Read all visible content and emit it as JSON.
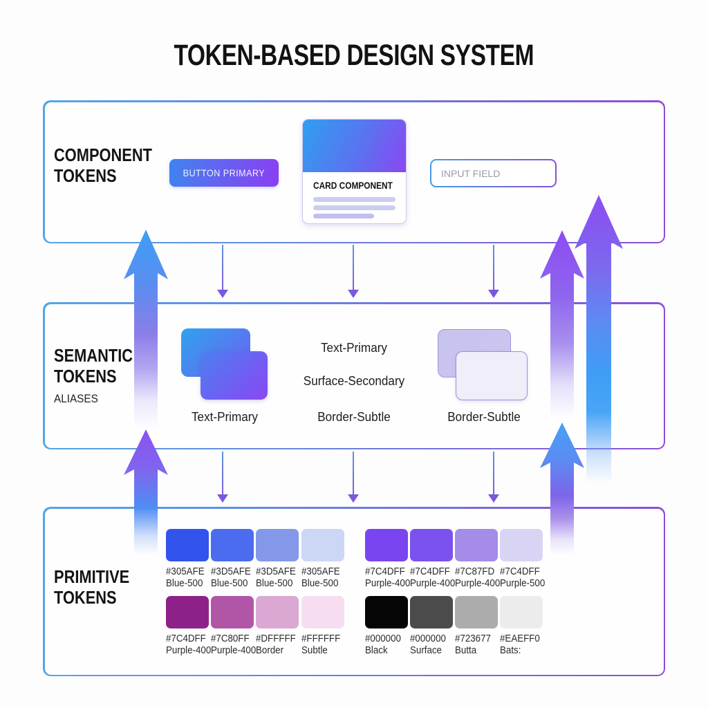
{
  "title": "TOKEN-BASED DESIGN SYSTEM",
  "accent_colors": {
    "blue": "#3d9ef5",
    "purple": "#8a4ff0"
  },
  "sections": {
    "component": {
      "label": [
        "COMPONENT",
        "TOKENS"
      ],
      "button_label": "BUTTON PRIMARY",
      "card_title": "CARD COMPONENT",
      "input_placeholder": "INPUT FIELD"
    },
    "semantic": {
      "label": [
        "SEMANTIC",
        "TOKENS"
      ],
      "sublabel": "ALIASES",
      "left_caption": "Text-Primary",
      "middle_items": [
        "Text-Primary",
        "Surface-Secondary",
        "Border-Subtle"
      ],
      "right_caption": "Border-Subtle"
    },
    "primitive": {
      "label": [
        "PRIMITIVE",
        "TOKENS"
      ],
      "rows": [
        {
          "cells": [
            {
              "hex": "#305AFE",
              "name": "Blue-500",
              "color": "#3254ec"
            },
            {
              "hex": "#3D5AFE",
              "name": "Blue-500",
              "color": "#4b6cee"
            },
            {
              "hex": "#3D5AFE",
              "name": "Blue-500",
              "color": "#8398e8"
            },
            {
              "hex": "#305AFE",
              "name": "Blue-500",
              "color": "#ccd7f6"
            },
            {
              "hex": "#7C4DFF",
              "name": "Purple-400",
              "color": "#7a45f1"
            },
            {
              "hex": "#7C4DFF",
              "name": "Purple-400",
              "color": "#7c52ee"
            },
            {
              "hex": "#7C87FD",
              "name": "Purple-400",
              "color": "#a48ce8"
            },
            {
              "hex": "#7C4DFF",
              "name": "Purple-500",
              "color": "#d9d4f4"
            }
          ]
        },
        {
          "cells": [
            {
              "hex": "#7C4DFF",
              "name": "Purple-400",
              "color": "#8e2189"
            },
            {
              "hex": "#7C80FF",
              "name": "Purple-400",
              "color": "#b156a7"
            },
            {
              "hex": "#DFFFFF",
              "name": "Border",
              "color": "#dba8d4"
            },
            {
              "hex": "#FFFFFF",
              "name": "Subtle",
              "color": "#f6def0"
            },
            {
              "hex": "#000000",
              "name": "Black",
              "color": "#050505"
            },
            {
              "hex": "#000000",
              "name": "Surface",
              "color": "#4b4b4b"
            },
            {
              "hex": "#723677",
              "name": "Butta",
              "color": "#acacac"
            },
            {
              "hex": "#EAEFF0",
              "name": "Bats:",
              "color": "#ececec"
            }
          ]
        }
      ]
    }
  }
}
